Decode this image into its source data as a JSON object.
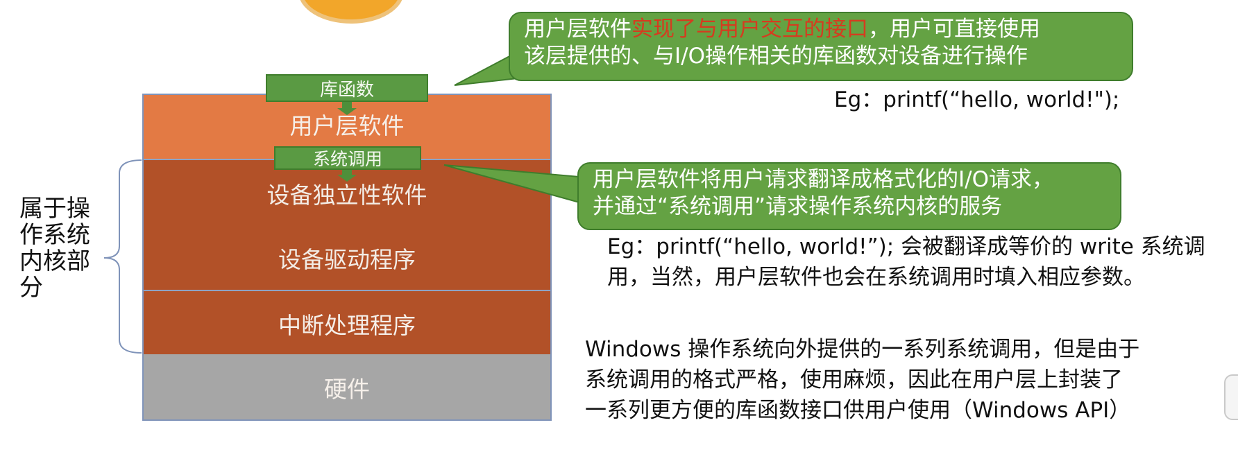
{
  "layers": {
    "user_software": "用户层软件",
    "device_independent": "设备独立性软件",
    "device_driver": "设备驱动程序",
    "interrupt_handler": "中断处理程序",
    "hardware": "硬件"
  },
  "tags": {
    "library_functions": "库函数",
    "system_call": "系统调用"
  },
  "kernel_brace_label": "属于操作系统内核部分",
  "callout_top": {
    "part1": "用户层软件",
    "highlight": "实现了与用户交互的接口",
    "part2": "，用户可直接使用",
    "line2": "该层提供的、与I/O操作相关的库函数对设备进行操作"
  },
  "example_top": "Eg：printf(“hello, world!\");",
  "callout_mid": {
    "line1": "用户层软件将用户请求翻译成格式化的I/O请求，",
    "line2": "并通过“系统调用”请求操作系统内核的服务"
  },
  "example_mid": {
    "line1": "Eg：printf(“hello, world!”); 会被翻译成等价的 write 系统调",
    "line2": "用，当然，用户层软件也会在系统调用时填入相应参数。"
  },
  "windows_note": {
    "line1": "Windows 操作系统向外提供的一系列系统调用，但是由于",
    "line2": "系统调用的格式严格，使用麻烦，因此在用户层上封装了",
    "line3": "一系列更方便的库函数接口供用户使用（Windows API）"
  },
  "colors": {
    "user_layer": "#e37a44",
    "kernel_layer": "#b25128",
    "hardware_layer": "#a6a6a6",
    "callout_green": "#64a243",
    "highlight_red": "#d63b1f"
  }
}
